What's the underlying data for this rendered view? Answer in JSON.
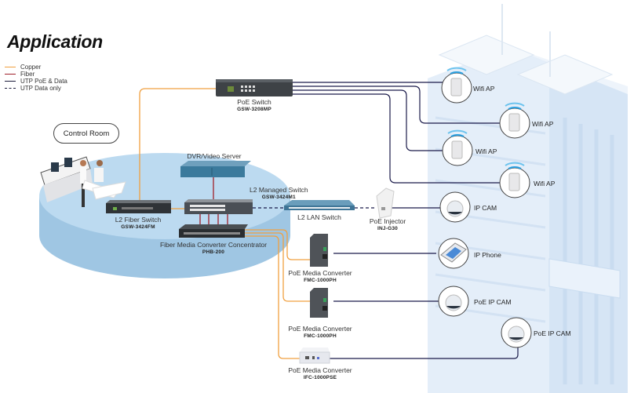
{
  "title": "Application",
  "legend": [
    {
      "label": "Copper",
      "style": "solid",
      "color": "#f0a040"
    },
    {
      "label": "Fiber",
      "style": "solid",
      "color": "#a0202a"
    },
    {
      "label": "UTP PoE & Data",
      "style": "solid",
      "color": "#1a1a3a"
    },
    {
      "label": "UTP Data only",
      "style": "dashed",
      "color": "#1a1a3a"
    }
  ],
  "colors": {
    "copper": "#f0a040",
    "fiber": "#a0202a",
    "utp": "#1a1a4a",
    "platform": "#b9d9ef",
    "building": "#dde9f7"
  },
  "control_room": {
    "label": "Control Room"
  },
  "devices": {
    "poe_switch": {
      "name": "PoE Switch",
      "model": "GSW-3208MP"
    },
    "dvr": {
      "name": "DVR/Video Server"
    },
    "l2_managed_switch": {
      "name": "L2 Managed Switch",
      "model": "GSW-3424M1"
    },
    "l2_fiber_switch": {
      "name": "L2 Fiber Switch",
      "model": "GSW-3424FM"
    },
    "concentrator": {
      "name": "Fiber Media Converter Concentrator",
      "model": "PHB-200"
    },
    "l2_lan_switch": {
      "name": "L2 LAN Switch"
    },
    "poe_injector": {
      "name": "PoE Injector",
      "model": "INJ-G30"
    },
    "media_converter_1": {
      "name": "PoE Media Converter",
      "model": "FMC-1000PH"
    },
    "media_converter_2": {
      "name": "PoE Media Converter",
      "model": "FMC-1000PH"
    },
    "media_converter_3": {
      "name": "PoE Media Converter",
      "model": "IFC-1000PSE"
    }
  },
  "endpoints": [
    {
      "label": "Wifi AP",
      "icon": "wifi-ap-icon"
    },
    {
      "label": "Wifi AP",
      "icon": "wifi-ap-icon"
    },
    {
      "label": "Wifi AP",
      "icon": "wifi-ap-icon"
    },
    {
      "label": "Wifi AP",
      "icon": "wifi-ap-icon"
    },
    {
      "label": "IP CAM",
      "icon": "ip-camera-icon"
    },
    {
      "label": "IP Phone",
      "icon": "ip-phone-icon"
    },
    {
      "label": "PoE IP CAM",
      "icon": "ip-camera-icon"
    },
    {
      "label": "PoE IP CAM",
      "icon": "ip-camera-icon"
    }
  ]
}
